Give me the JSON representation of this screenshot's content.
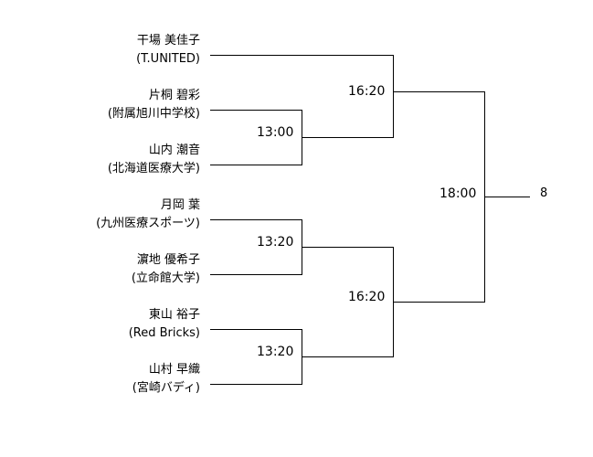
{
  "players": [
    {
      "name": "干場 美佳子",
      "team": "(T.UNITED)"
    },
    {
      "name": "片桐 碧彩",
      "team": "(附属旭川中学校)"
    },
    {
      "name": "山内 潮音",
      "team": "(北海道医療大学)"
    },
    {
      "name": "月岡 葉",
      "team": "(九州医療スポーツ)"
    },
    {
      "name": "濵地 優希子",
      "team": "(立命館大学)"
    },
    {
      "name": "東山 裕子",
      "team": "(Red Bricks)"
    },
    {
      "name": "山村 早織",
      "team": "(宮崎バディ)"
    }
  ],
  "times": {
    "r1_a": "13:00",
    "r1_b": "13:20",
    "r1_c": "13:20",
    "semi_top": "16:20",
    "semi_bottom": "16:20",
    "final": "18:00"
  },
  "seed_label": "8"
}
